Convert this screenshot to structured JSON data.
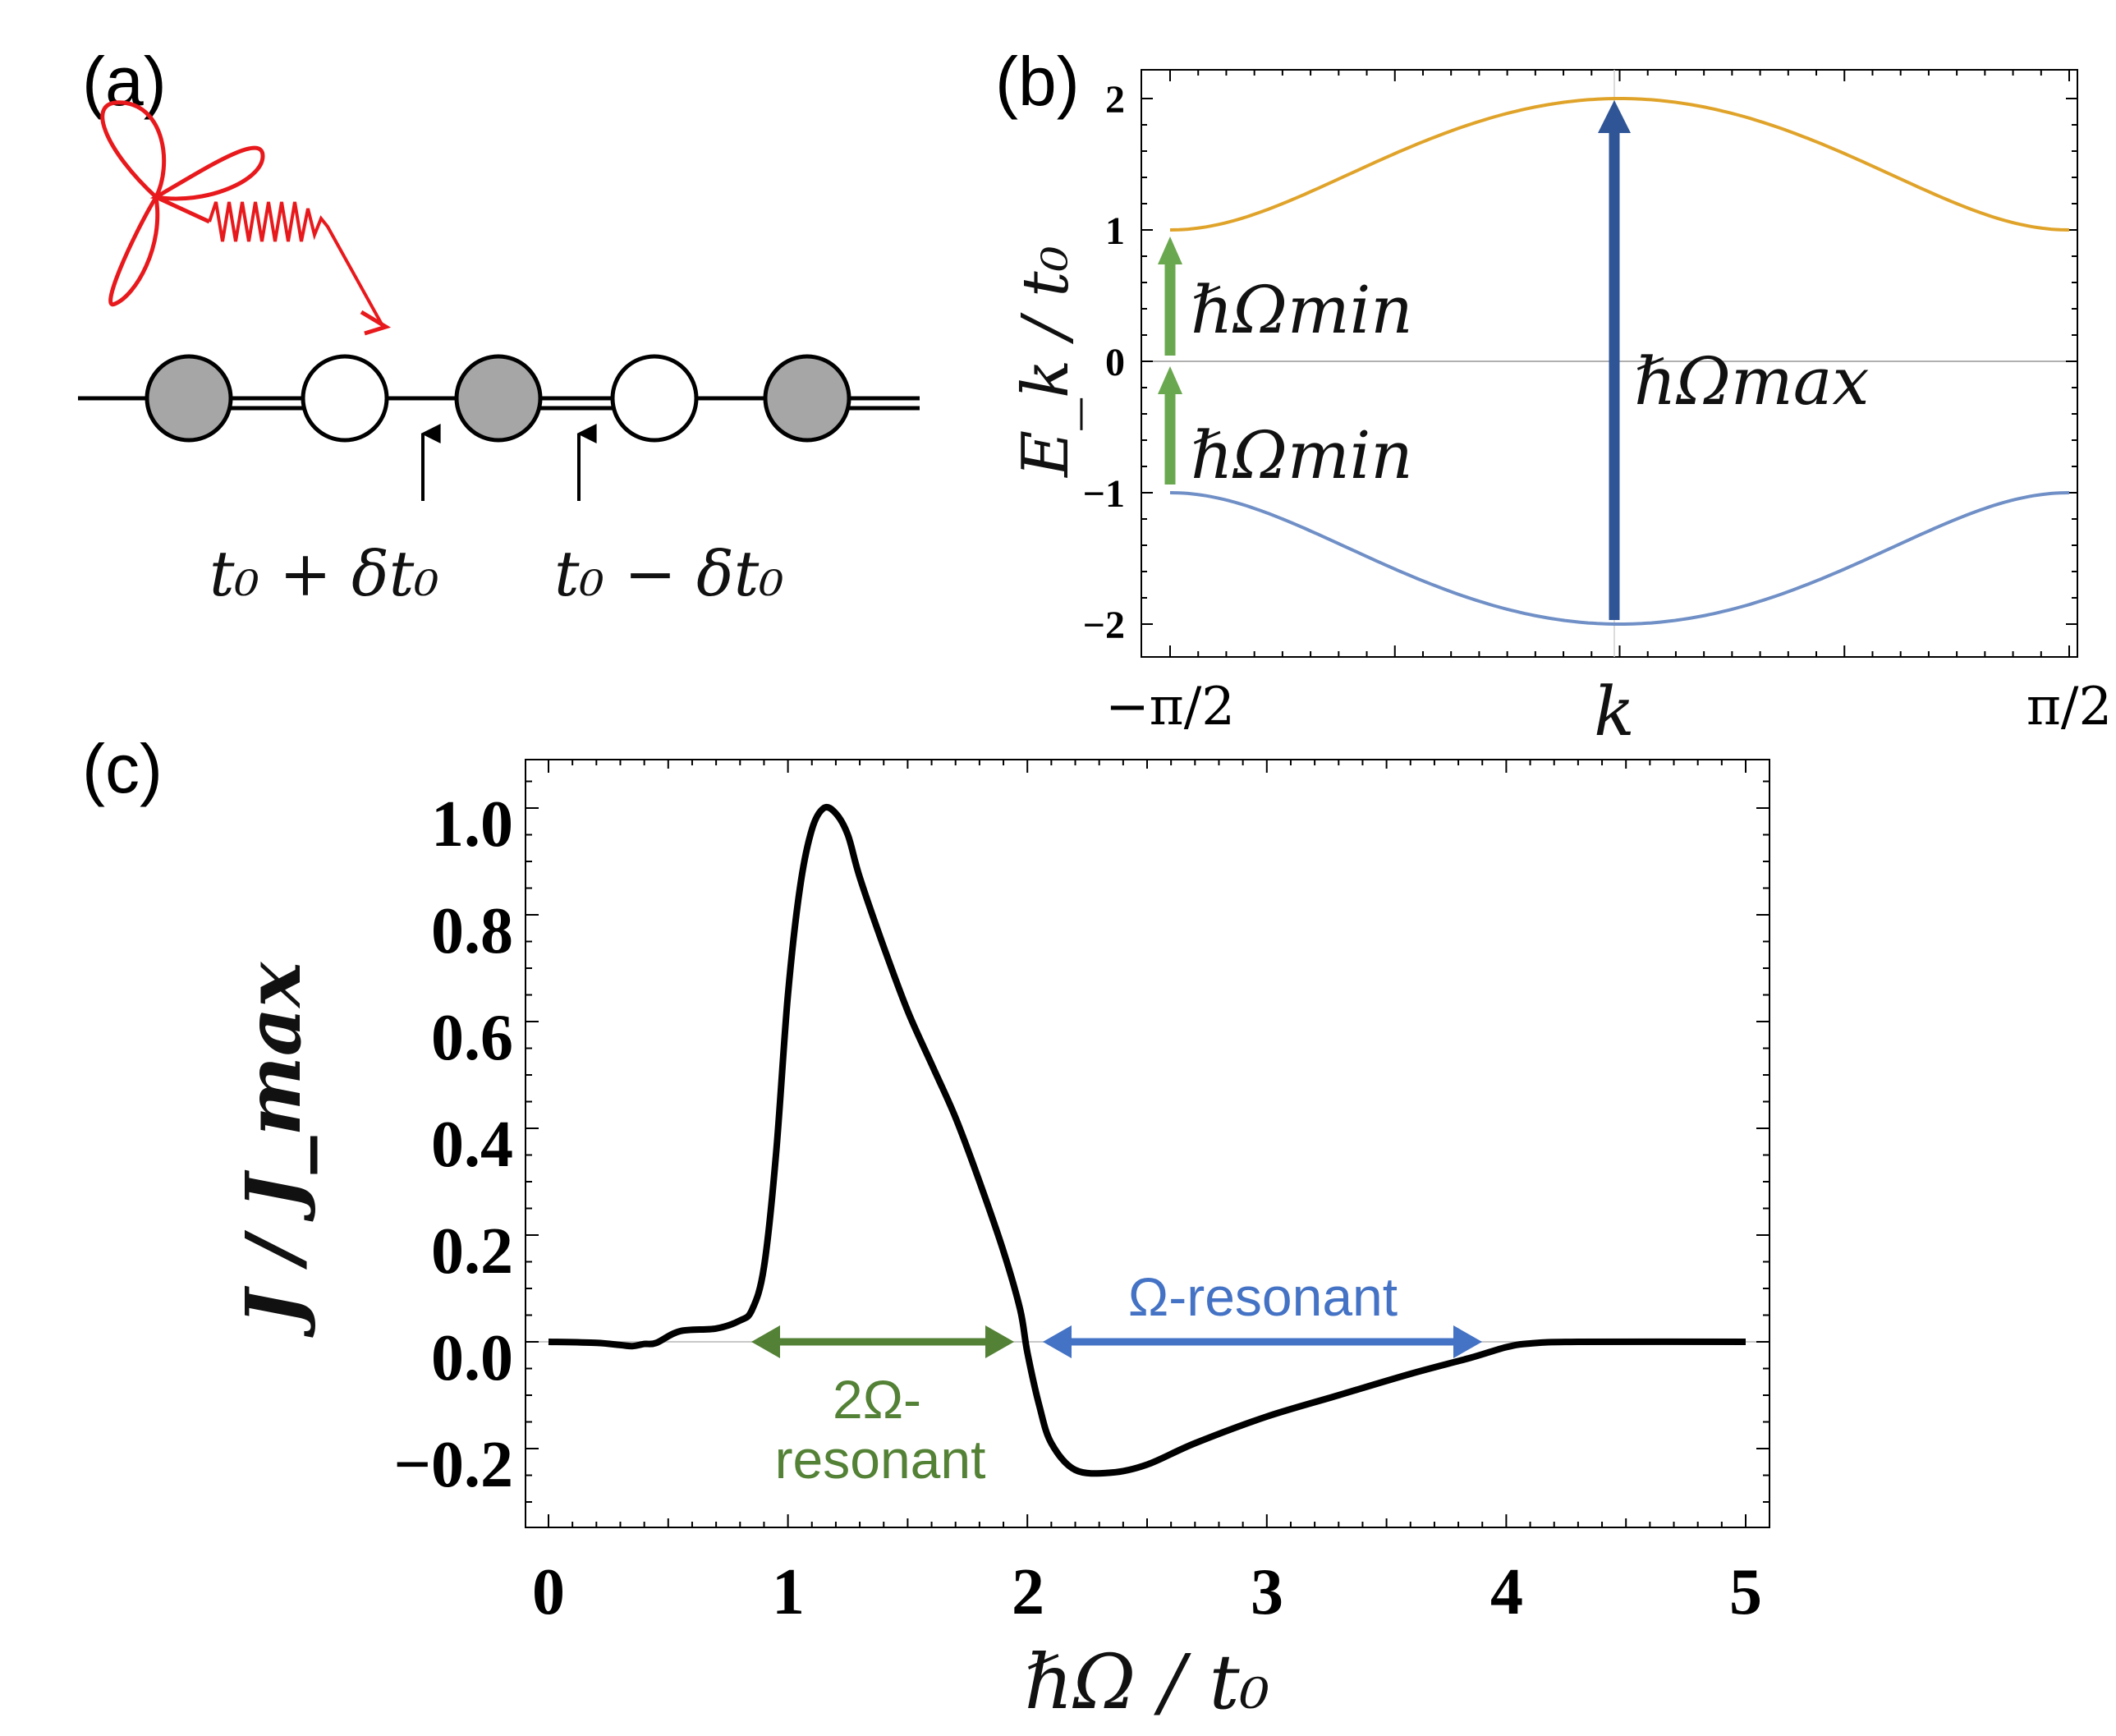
{
  "panels": {
    "a": {
      "label": "(a)",
      "bond_strong": "t₀ + δt₀",
      "bond_weak": "t₀ − δt₀",
      "colors": {
        "light": "#e8191c",
        "filled_site": "#a6a6a6",
        "empty_site": "#ffffff"
      }
    },
    "b": {
      "label": "(b)",
      "ylabel": "E_k / t₀",
      "xlabel": "k",
      "xticks": [
        "−π/2",
        "π/2"
      ],
      "yticks": [
        "2",
        "1",
        "0",
        "−1",
        "−2"
      ],
      "ann_min_upper": "ℏΩmin",
      "ann_min_lower": "ℏΩmin",
      "ann_max": "ℏΩmax",
      "colors": {
        "upper_band": "#e0a32a",
        "lower_band": "#6f8fc6",
        "min_arrow": "#6aa84f",
        "max_arrow": "#2f5597"
      }
    },
    "c": {
      "label": "(c)",
      "ylabel": "J / J_max",
      "xlabel": "ℏΩ / t₀",
      "xticks": [
        "0",
        "1",
        "2",
        "3",
        "4",
        "5"
      ],
      "yticks": [
        "1.0",
        "0.8",
        "0.6",
        "0.4",
        "0.2",
        "0.0",
        "−0.2"
      ],
      "ann_two_omega_1": "2Ω-",
      "ann_two_omega_2": "resonant",
      "ann_omega": "Ω-resonant",
      "colors": {
        "curve": "#000000",
        "two_omega": "#538135",
        "omega": "#4472c4"
      }
    }
  },
  "chart_data": [
    {
      "type": "line",
      "panel": "b",
      "xlabel": "k",
      "ylabel": "E_k / t₀",
      "xlim": [
        -1.5708,
        1.5708
      ],
      "ylim": [
        -2.2,
        2.2
      ],
      "grid": false,
      "series": [
        {
          "name": "upper band",
          "formula": "sqrt(1 + 3 cos^2 k)",
          "x": [
            -1.5708,
            -1.2566,
            -0.9425,
            -0.6283,
            -0.3142,
            0,
            0.3142,
            0.6283,
            0.9425,
            1.2566,
            1.5708
          ],
          "y": [
            1.0,
            1.14,
            1.47,
            1.72,
            1.93,
            2.0,
            1.93,
            1.72,
            1.47,
            1.14,
            1.0
          ]
        },
        {
          "name": "lower band",
          "formula": "-sqrt(1 + 3 cos^2 k)",
          "x": [
            -1.5708,
            -1.2566,
            -0.9425,
            -0.6283,
            -0.3142,
            0,
            0.3142,
            0.6283,
            0.9425,
            1.2566,
            1.5708
          ],
          "y": [
            -1.0,
            -1.14,
            -1.47,
            -1.72,
            -1.93,
            -2.0,
            -1.93,
            -1.72,
            -1.47,
            -1.14,
            -1.0
          ]
        }
      ]
    },
    {
      "type": "line",
      "panel": "c",
      "xlabel": "ℏΩ / t₀",
      "ylabel": "J / J_max",
      "xlim": [
        -0.1,
        5.1
      ],
      "ylim": [
        -0.32,
        1.1
      ],
      "grid": false,
      "series": [
        {
          "x": [
            0,
            0.2,
            0.3,
            0.35,
            0.4,
            0.45,
            0.55,
            0.7,
            0.8,
            0.85,
            0.9,
            0.95,
            1.0,
            1.05,
            1.1,
            1.15,
            1.2,
            1.25,
            1.3,
            1.4,
            1.5,
            1.6,
            1.7,
            1.8,
            1.9,
            1.97,
            2.0,
            2.05,
            2.1,
            2.2,
            2.35,
            2.5,
            2.7,
            3.0,
            3.3,
            3.6,
            3.85,
            4.0,
            4.1,
            4.3,
            5.0
          ],
          "y": [
            0,
            -0.002,
            -0.006,
            -0.008,
            -0.004,
            -0.002,
            0.02,
            0.025,
            0.04,
            0.06,
            0.14,
            0.35,
            0.65,
            0.85,
            0.96,
            1.0,
            0.99,
            0.95,
            0.87,
            0.74,
            0.62,
            0.52,
            0.42,
            0.3,
            0.17,
            0.06,
            -0.02,
            -0.12,
            -0.19,
            -0.24,
            -0.245,
            -0.23,
            -0.19,
            -0.14,
            -0.1,
            -0.06,
            -0.03,
            -0.01,
            -0.003,
            0,
            0
          ]
        }
      ]
    }
  ]
}
